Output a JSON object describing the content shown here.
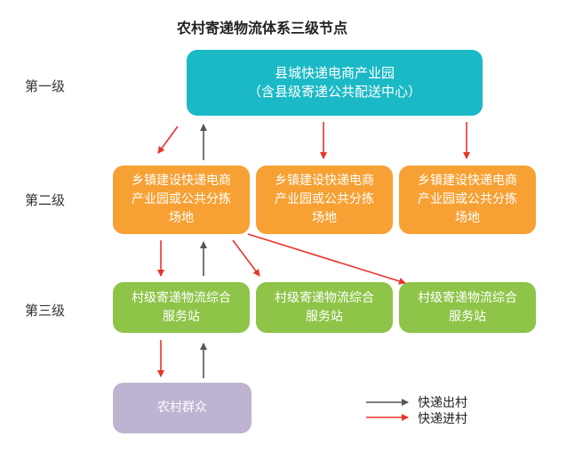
{
  "title": "农村寄递物流体系三级节点",
  "levels": {
    "l1": "第一级",
    "l2": "第二级",
    "l3": "第三级"
  },
  "top_node": {
    "line1": "县城快递电商产业园",
    "line2": "（含县级寄递公共配送中心）"
  },
  "town_node": {
    "line1": "乡镇建设快递电商",
    "line2": "产业园或公共分拣",
    "line3": "场地"
  },
  "village_node": {
    "line1": "村级寄递物流综合",
    "line2": "服务站"
  },
  "bottom_node": {
    "label": "农村群众"
  },
  "legend": {
    "out": {
      "label": "快递出村",
      "color": "#555555"
    },
    "in": {
      "label": "快递进村",
      "color": "#e8332a"
    }
  },
  "colors": {
    "teal": "#1bb9c6",
    "orange": "#f7a134",
    "green": "#8ec448",
    "lavender": "#bfb3d2"
  }
}
